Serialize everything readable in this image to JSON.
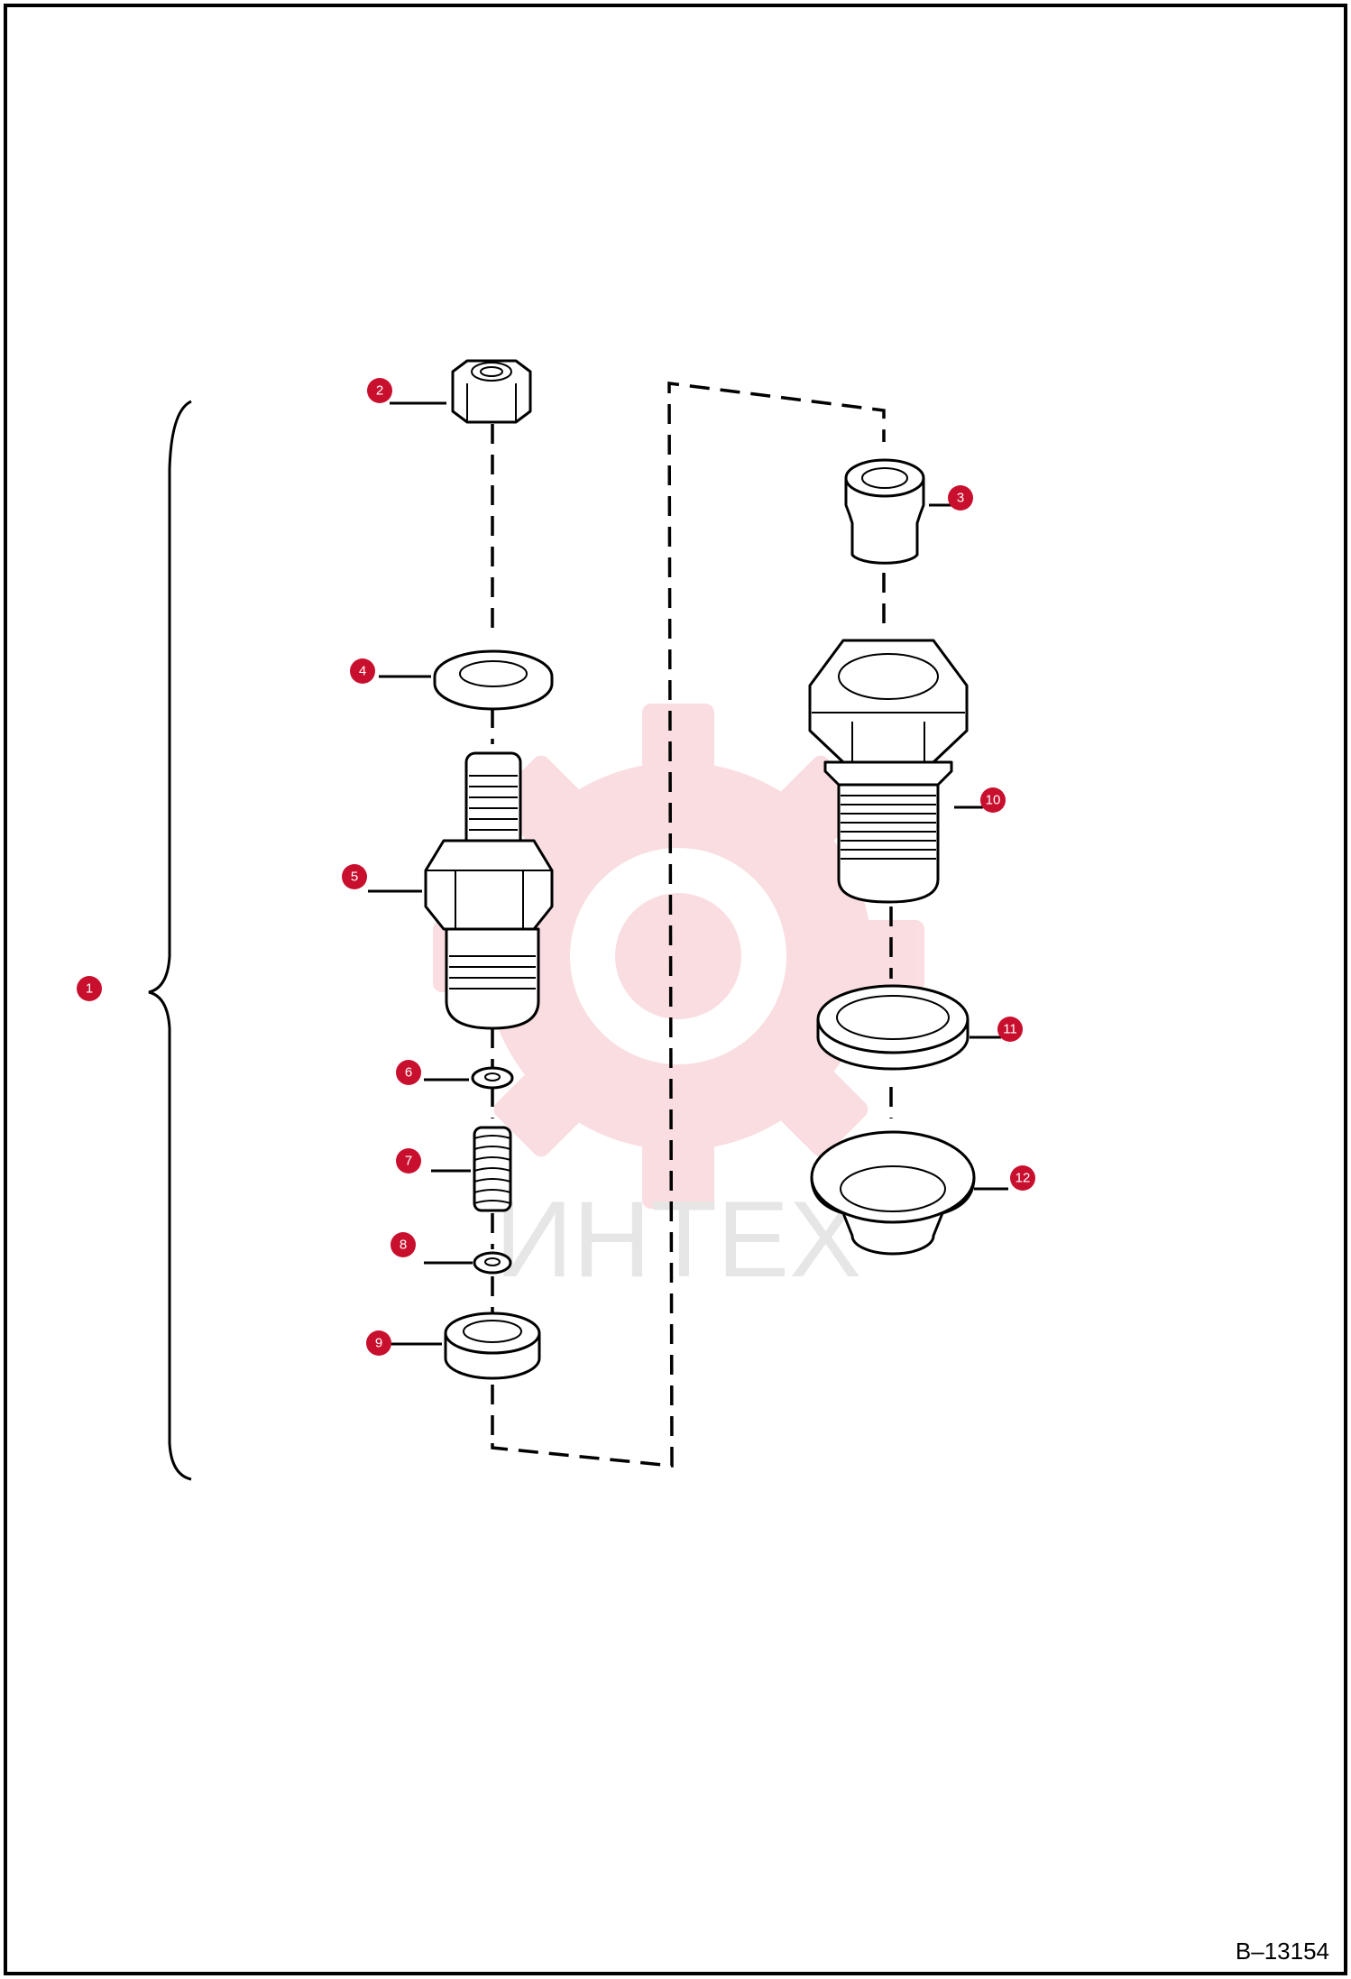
{
  "figure_ref": "B–13154",
  "watermark": {
    "text": "ИНТЕХ",
    "color": "#f5c3c8"
  },
  "callouts": [
    {
      "id": "callout-1",
      "num": "1",
      "part": "valve-assembly"
    },
    {
      "id": "callout-2",
      "num": "2",
      "part": "nut"
    },
    {
      "id": "callout-3",
      "num": "3",
      "part": "sleeve"
    },
    {
      "id": "callout-4",
      "num": "4",
      "part": "washer"
    },
    {
      "id": "callout-5",
      "num": "5",
      "part": "valve-body"
    },
    {
      "id": "callout-6",
      "num": "6",
      "part": "small-washer"
    },
    {
      "id": "callout-7",
      "num": "7",
      "part": "spring"
    },
    {
      "id": "callout-8",
      "num": "8",
      "part": "small-washer"
    },
    {
      "id": "callout-9",
      "num": "9",
      "part": "seal-ring"
    },
    {
      "id": "callout-10",
      "num": "10",
      "part": "fitting"
    },
    {
      "id": "callout-11",
      "num": "11",
      "part": "gasket"
    },
    {
      "id": "callout-12",
      "num": "12",
      "part": "bushing"
    }
  ],
  "colors": {
    "callout": "#c8102e",
    "line": "#000000",
    "frame": "#000000"
  }
}
